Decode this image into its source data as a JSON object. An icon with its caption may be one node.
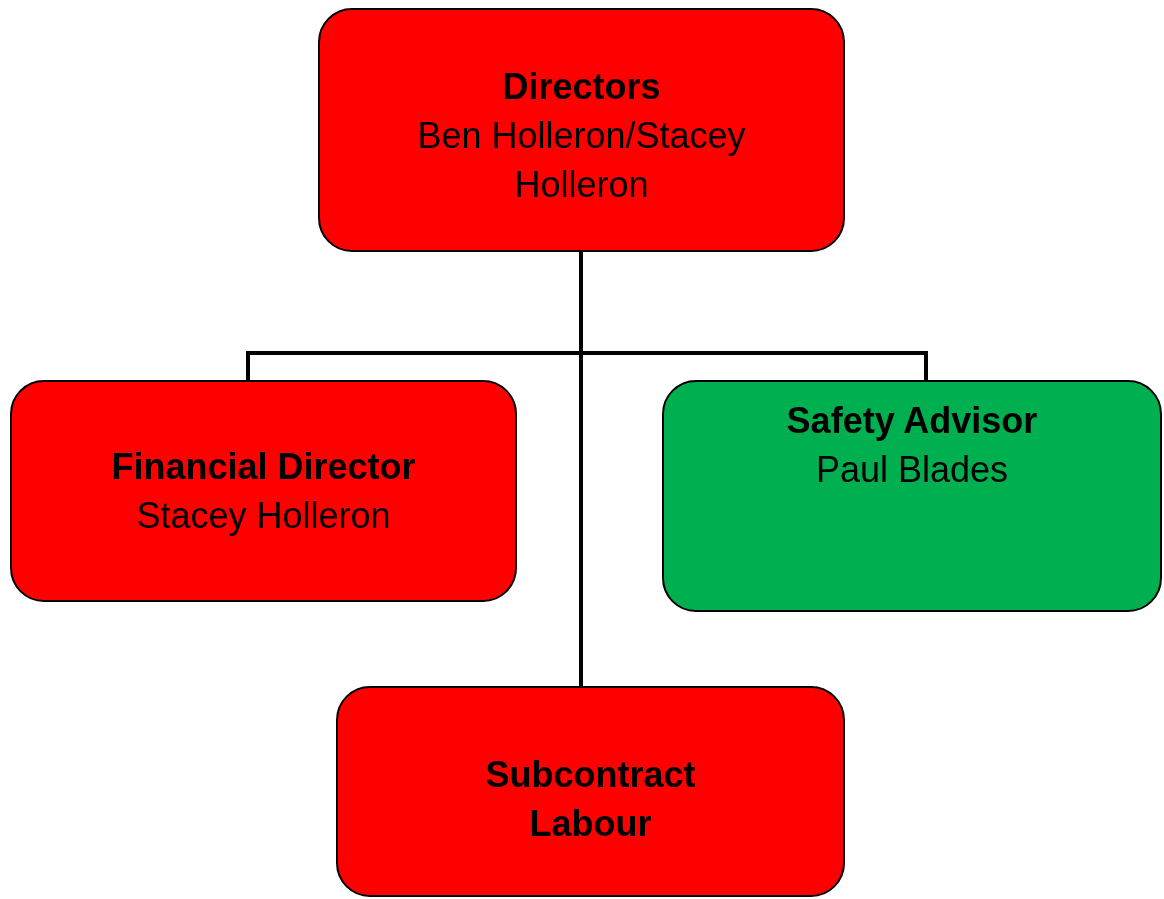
{
  "diagram": {
    "nodes": [
      {
        "text": [
          "Directors",
          "Ben Holleron/Stacey Holleron"
        ]
      },
      {
        "text": [
          "Financial Director",
          "Stacey Holleron"
        ]
      },
      {
        "text": [
          "Safety Advisor",
          "Paul Blades"
        ]
      },
      {
        "text": [
          "Subcontract Labour"
        ]
      }
    ],
    "edges": [
      {
        "from": 0,
        "to": 1,
        "arrow": "none"
      },
      {
        "from": 0,
        "to": 2,
        "arrow": "none"
      },
      {
        "from": 0,
        "to": 3,
        "arrow": "none"
      }
    ]
  }
}
